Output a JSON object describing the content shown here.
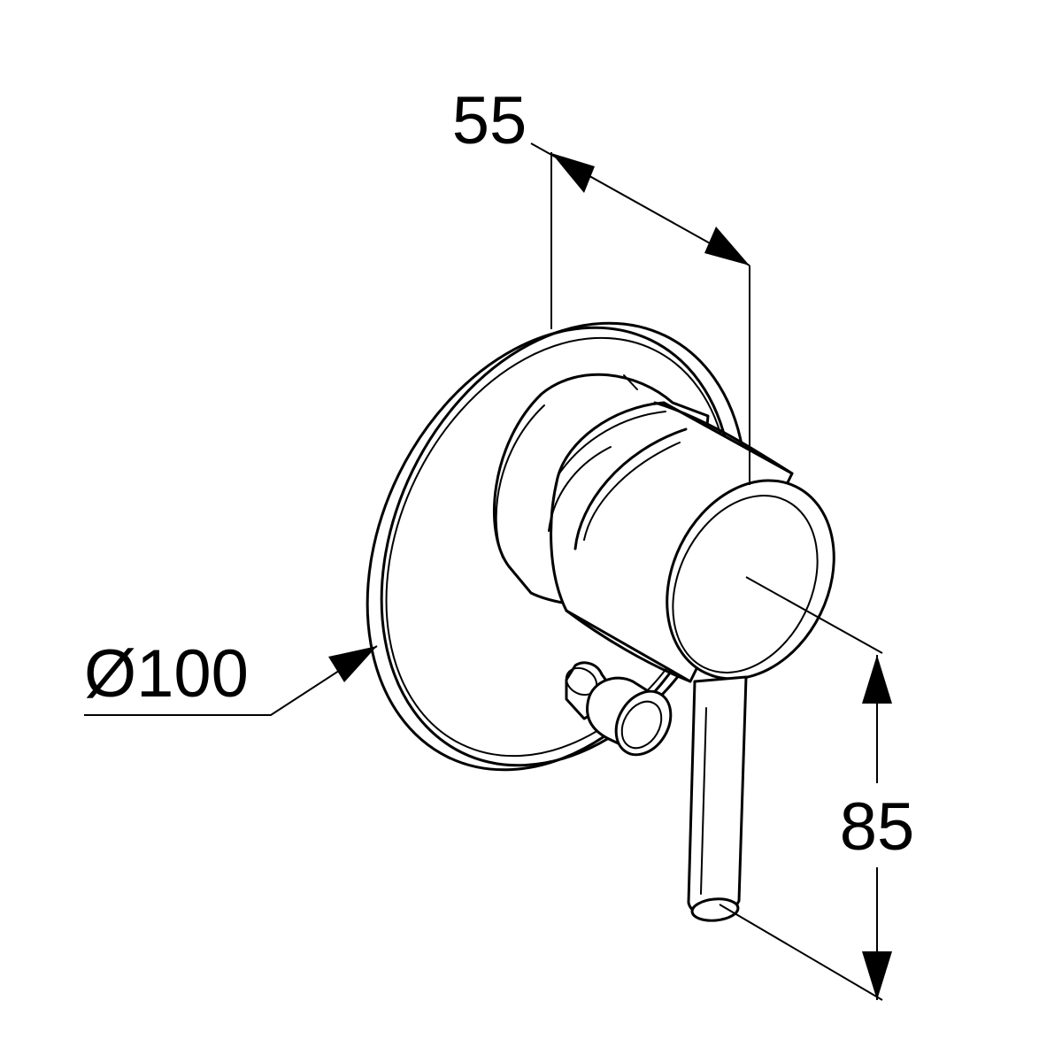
{
  "dimensions": {
    "depth": "55",
    "diameter": "Ø100",
    "lever_height": "85"
  }
}
